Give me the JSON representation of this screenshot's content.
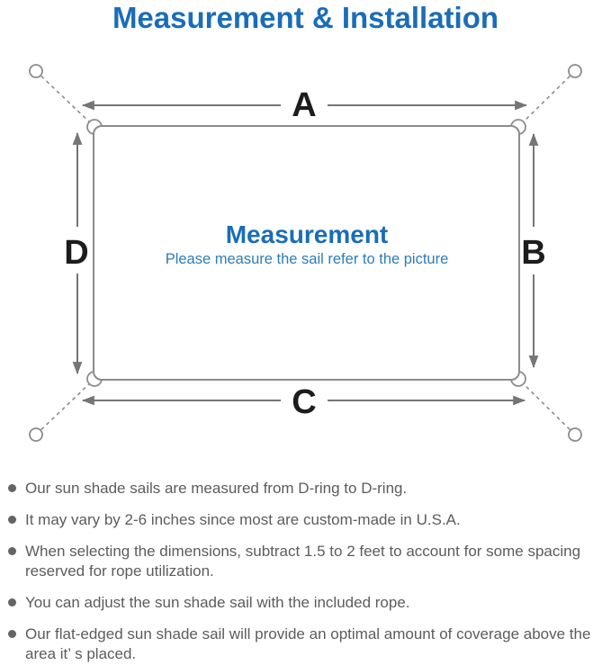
{
  "colors": {
    "accent_blue": "#1a6db8",
    "subtitle_blue": "#2e7cba",
    "line_gray": "#8c8c8c",
    "arrow_gray": "#757575",
    "label_black": "#1c1c1c",
    "note_text_gray": "#5c5c5c"
  },
  "header": {
    "title": "Measurement & Installation"
  },
  "diagram": {
    "dimension_labels": {
      "top": "A",
      "right": "B",
      "bottom": "C",
      "left": "D"
    },
    "center": {
      "heading": "Measurement",
      "subheading": "Please measure the sail refer to the picture"
    }
  },
  "notes": {
    "items": [
      "Our sun shade sails are measured from D-ring to D-ring.",
      "It may vary by 2-6 inches since most are custom-made in U.S.A.",
      "When selecting the dimensions, subtract 1.5 to 2 feet to account for some spacing reserved for rope utilization.",
      "You can adjust the sun shade sail with the included rope.",
      "Our flat-edged sun shade sail will provide an optimal amount of coverage above the area it’ s placed."
    ]
  }
}
